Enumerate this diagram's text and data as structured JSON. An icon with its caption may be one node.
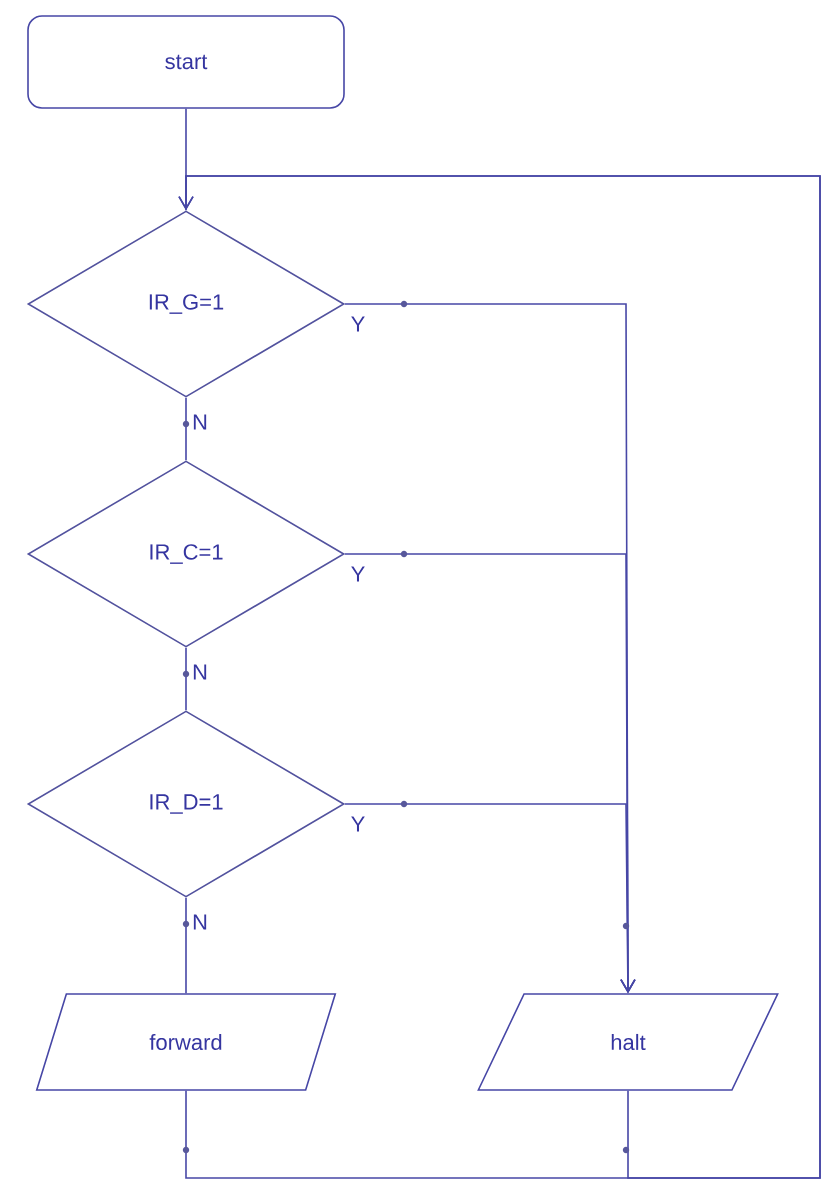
{
  "diagram": {
    "nodes": [
      {
        "text": [
          "start"
        ]
      },
      {
        "text": [
          "IR_G=1"
        ]
      },
      {
        "text": [
          "IR_C=1"
        ]
      },
      {
        "text": [
          "IR_D=1"
        ]
      },
      {
        "text": [
          "forward"
        ]
      },
      {
        "text": [
          "halt"
        ]
      }
    ],
    "edges": [
      {
        "from": 0,
        "to": 1,
        "arrow": "none"
      },
      {
        "from": 1,
        "to": 2,
        "arrow": "none",
        "label": "N"
      },
      {
        "from": 2,
        "to": 3,
        "arrow": "none",
        "label": "N"
      },
      {
        "from": 3,
        "to": 4,
        "arrow": "none",
        "label": "N"
      },
      {
        "from": 1,
        "to": 5,
        "arrow": "to",
        "label": "Y"
      },
      {
        "from": 2,
        "to": 5,
        "arrow": "to",
        "label": "Y"
      },
      {
        "from": 3,
        "to": 5,
        "arrow": "to",
        "label": "Y"
      },
      {
        "from": 4,
        "to": 1,
        "arrow": "to"
      },
      {
        "from": 5,
        "to": 1,
        "arrow": "to"
      }
    ]
  }
}
